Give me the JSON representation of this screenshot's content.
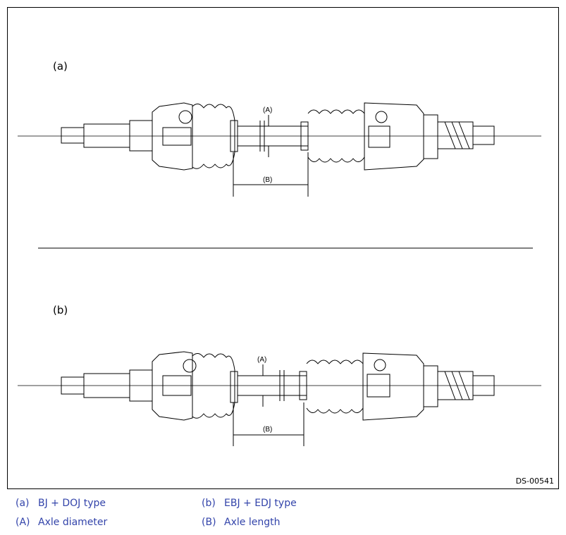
{
  "figure": {
    "panel_a_label": "(a)",
    "panel_b_label": "(b)",
    "dim_a": "(A)",
    "dim_b": "(B)",
    "code": "DS-00541"
  },
  "legend": [
    {
      "key": "(a)",
      "text": "BJ + DOJ type"
    },
    {
      "key": "(b)",
      "text": "EBJ + EDJ type"
    },
    {
      "key": "(A)",
      "text": "Axle diameter"
    },
    {
      "key": "(B)",
      "text": "Axle length"
    }
  ]
}
